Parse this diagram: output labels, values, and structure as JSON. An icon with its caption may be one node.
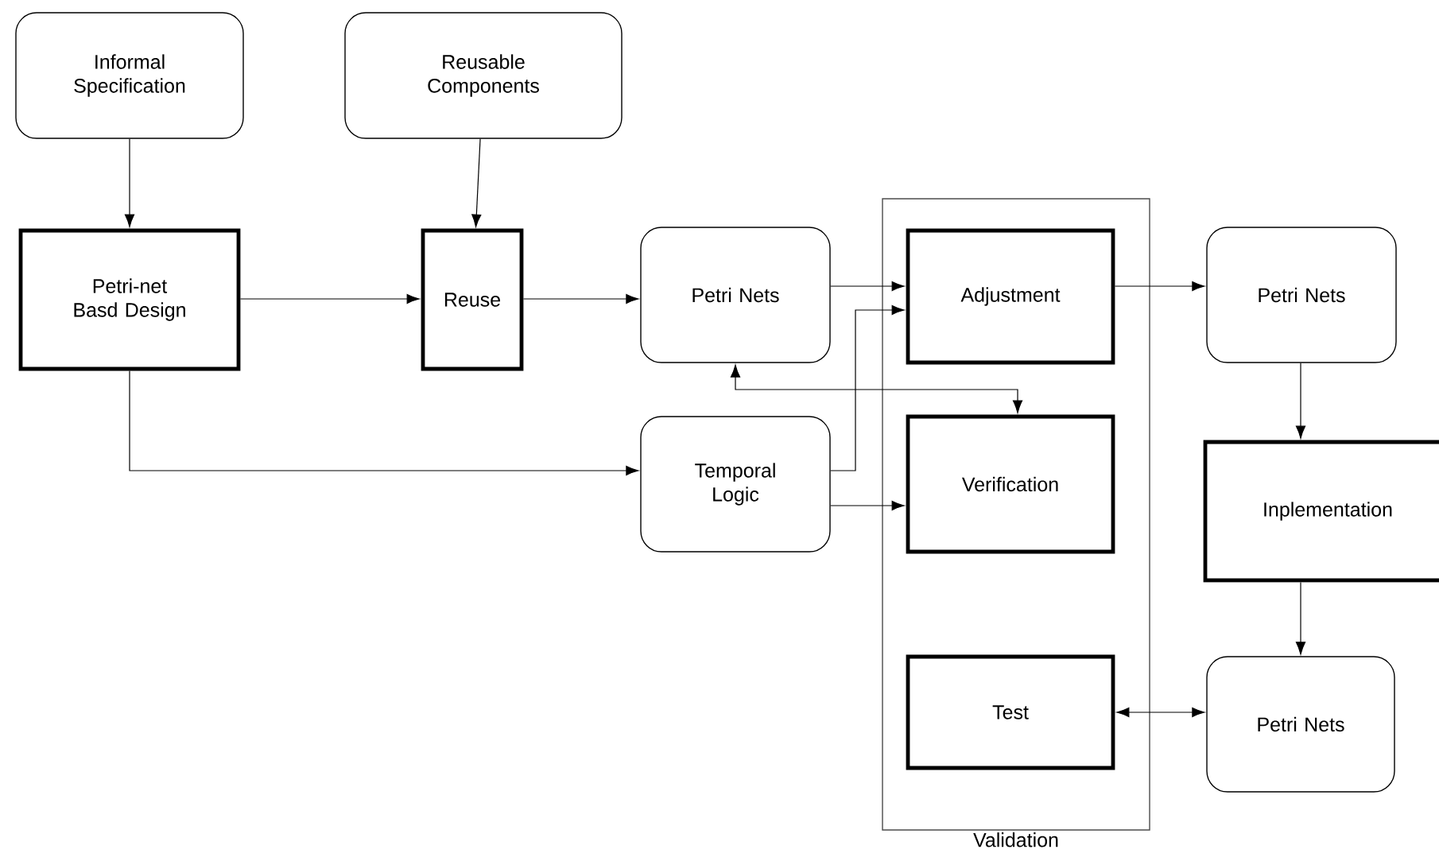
{
  "diagram": {
    "nodes": [
      {
        "text": [
          "Informal Specification"
        ]
      },
      {
        "text": [
          "Reusable Components"
        ]
      },
      {
        "text": [
          "Petri-net Basd Design"
        ]
      },
      {
        "text": [
          "Reuse"
        ]
      },
      {
        "text": [
          "Petri Nets"
        ]
      },
      {
        "text": [
          "Validation"
        ]
      },
      {
        "text": [
          "Adjustment"
        ],
        "in": 5
      },
      {
        "text": [
          "Temporal Logic"
        ]
      },
      {
        "text": [
          "Verification"
        ],
        "in": 5
      },
      {
        "text": [
          "Test"
        ],
        "in": 5
      },
      {
        "text": [
          "Petri Nets"
        ]
      },
      {
        "text": [
          "Inplementation"
        ]
      },
      {
        "text": [
          "Petri Nets"
        ]
      }
    ],
    "edges": [
      {
        "from": 0,
        "to": 2,
        "arrow": "to"
      },
      {
        "from": 1,
        "to": 3,
        "arrow": "to"
      },
      {
        "from": 2,
        "to": 3,
        "arrow": "to"
      },
      {
        "from": 3,
        "to": 4,
        "arrow": "to"
      },
      {
        "from": 2,
        "to": 7,
        "arrow": "to"
      },
      {
        "from": 4,
        "to": 6,
        "arrow": "to"
      },
      {
        "from": 7,
        "to": 6,
        "arrow": "to"
      },
      {
        "from": 4,
        "to": 8,
        "arrow": "both"
      },
      {
        "from": 7,
        "to": 8,
        "arrow": "to"
      },
      {
        "from": 6,
        "to": 10,
        "arrow": "to"
      },
      {
        "from": 10,
        "to": 11,
        "arrow": "to"
      },
      {
        "from": 11,
        "to": 12,
        "arrow": "to"
      },
      {
        "from": 9,
        "to": 12,
        "arrow": "both"
      }
    ]
  }
}
